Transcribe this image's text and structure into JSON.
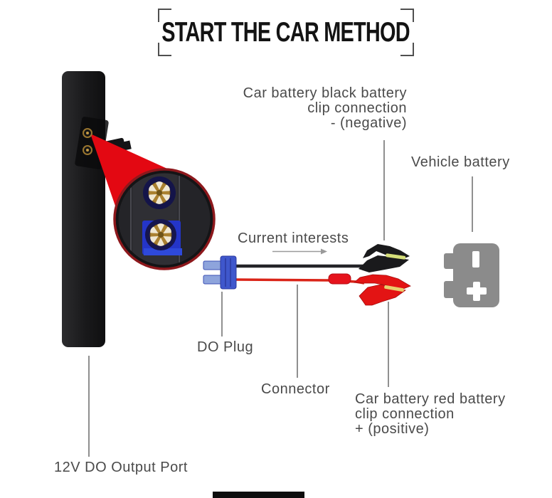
{
  "title": "START THE CAR METHOD",
  "labels": {
    "negative_clip": [
      "Car battery black battery",
      "clip connection",
      "- (negative)"
    ],
    "vehicle_battery": "Vehicle battery",
    "current_interests": "Current interests",
    "do_plug": "DO Plug",
    "connector": "Connector",
    "positive_clip": [
      "Car battery red battery",
      "clip connection",
      "+ (positive)"
    ],
    "output_port": "12V DO Output Port"
  },
  "battery_icon": {
    "terminal_top": "negative-bar",
    "terminal_bottom": "plus-sign"
  },
  "colors": {
    "beam_red": "#e30812",
    "magnifier_rim": "#8d181c",
    "cable_black": "#242428",
    "cable_red": "#da2418",
    "plug_blue": "#3f57cc",
    "plug_prong_blue": "#8ea4dc",
    "battery_gray": "#8b8b8b",
    "clamp_black": "#1a1a1c",
    "clamp_red": "#e31414",
    "teeth_yellow": "#d6df7a",
    "text_gray": "#4a4a4a",
    "title_black": "#131313"
  }
}
